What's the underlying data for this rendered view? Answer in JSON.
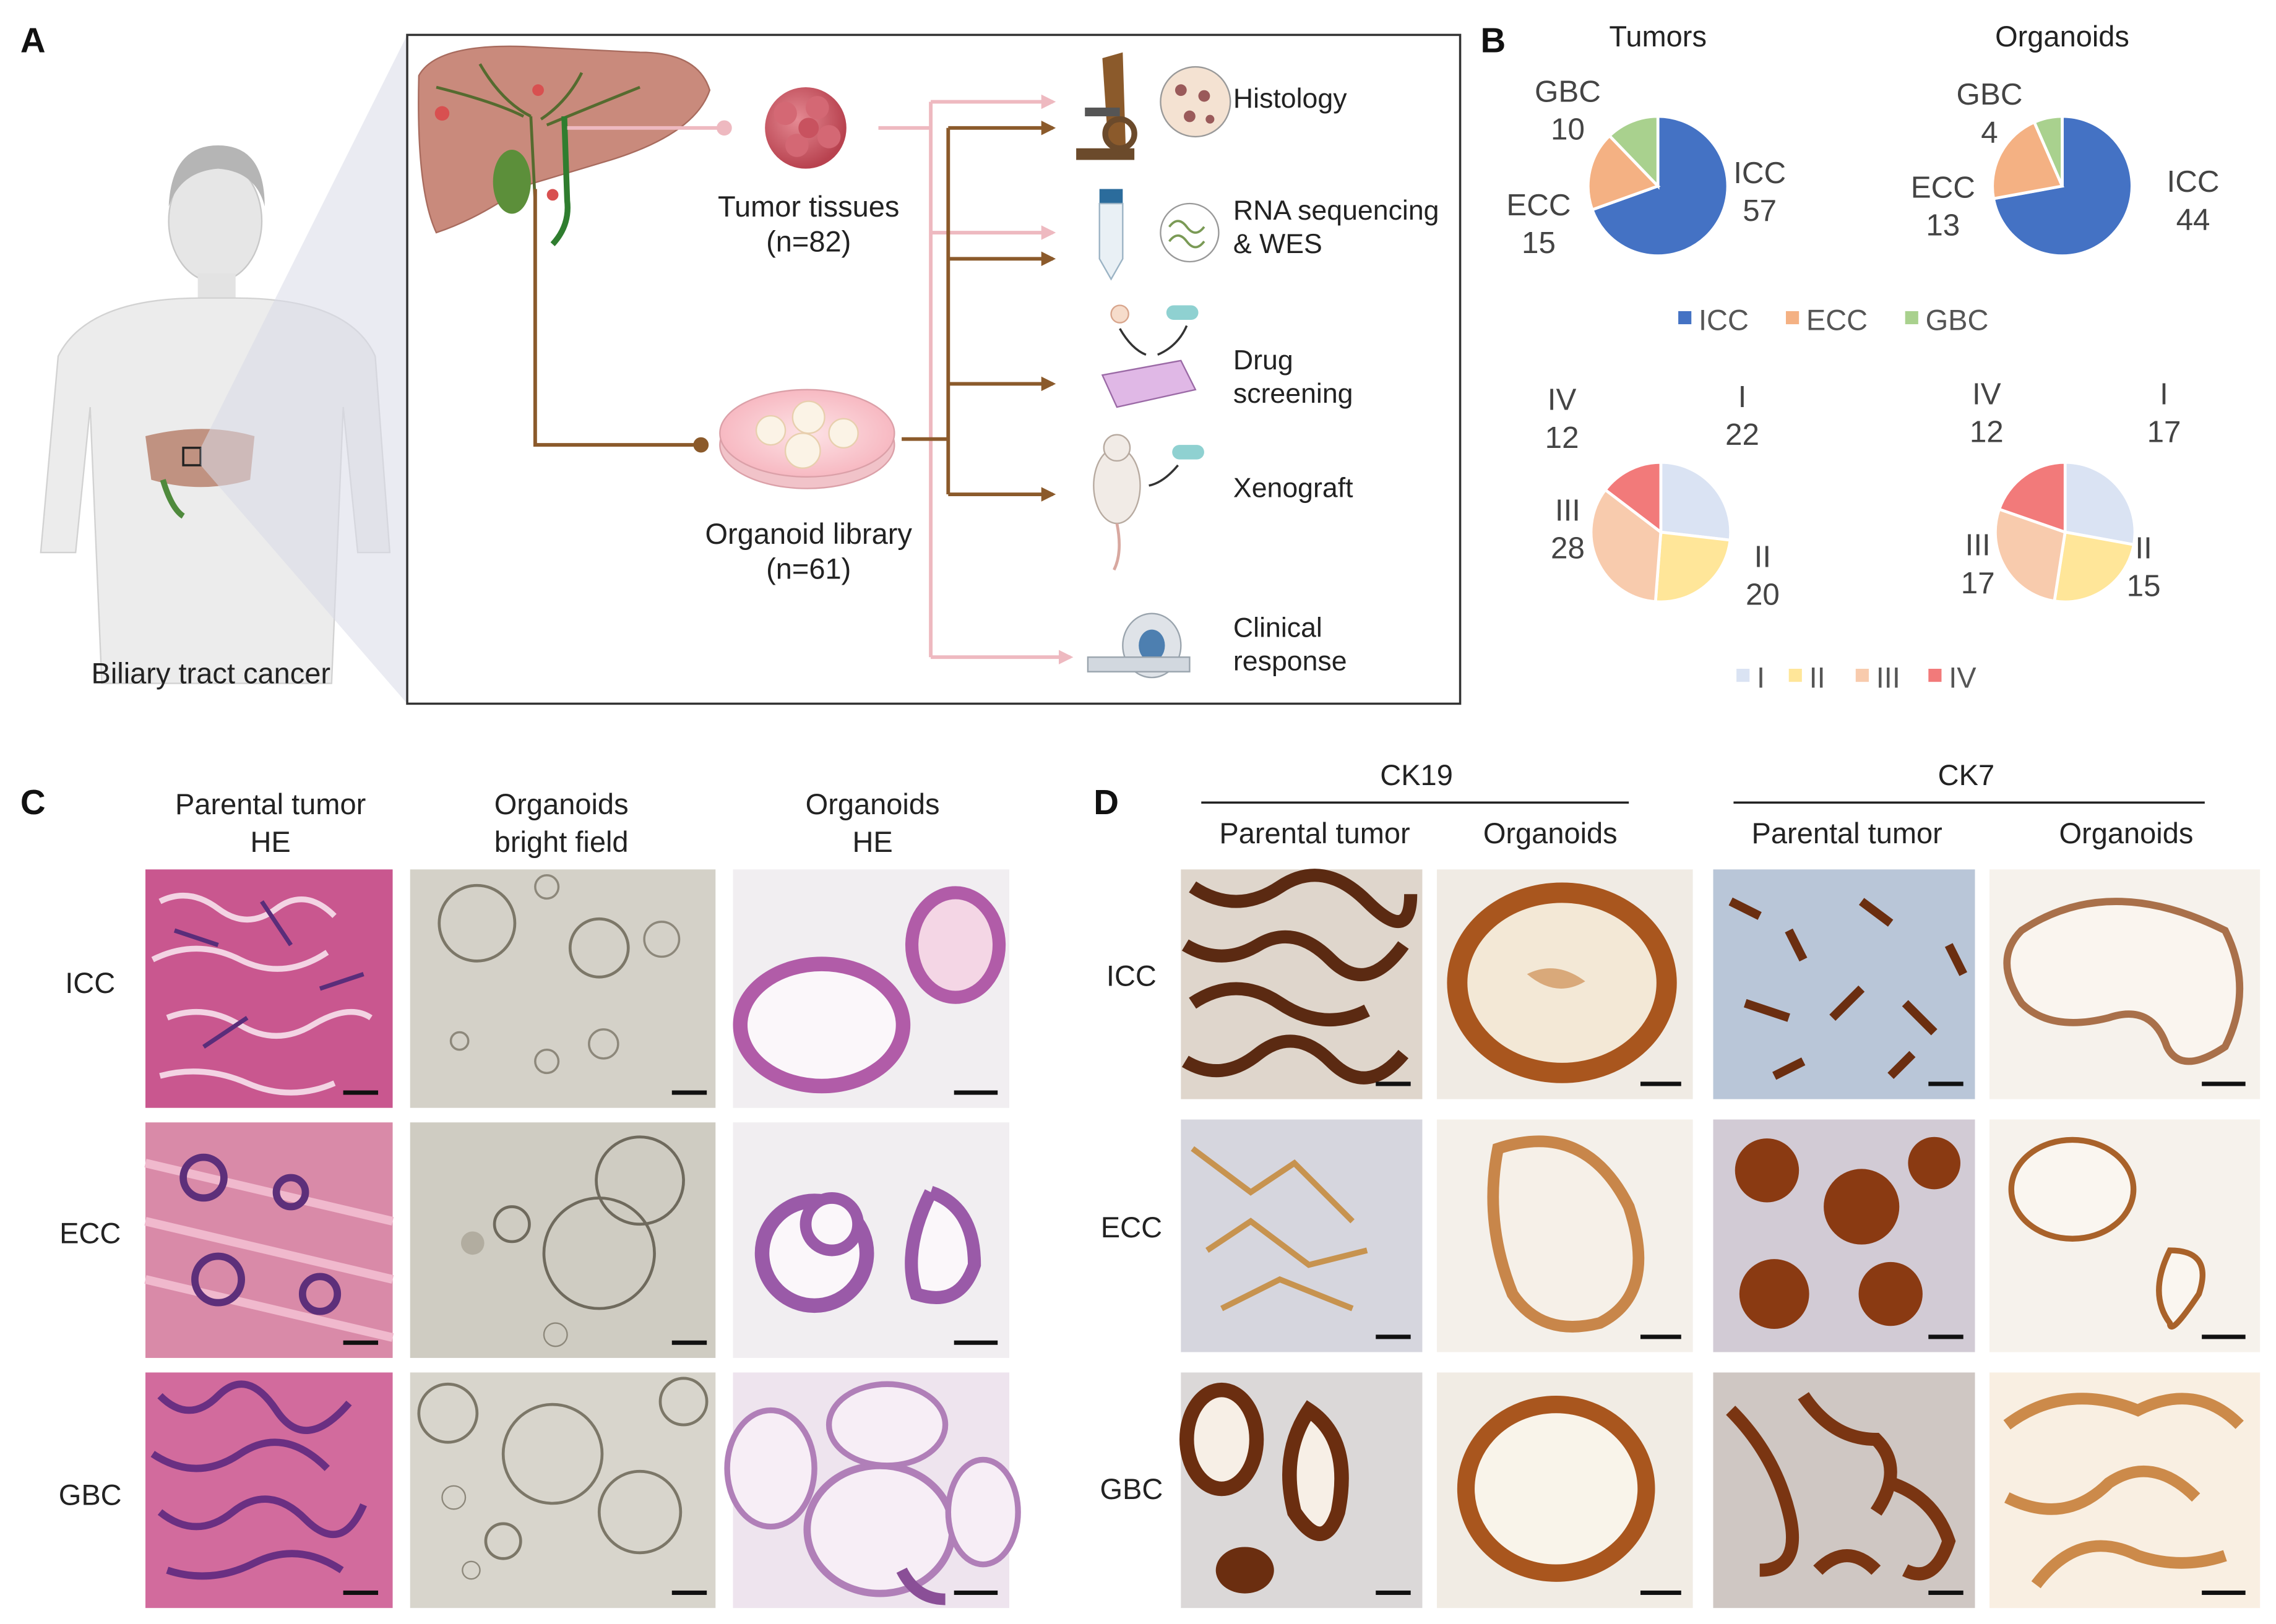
{
  "panel_letters": {
    "a": "A",
    "b": "B",
    "c": "C",
    "d": "D"
  },
  "panel_a": {
    "caption": "Biliary tract cancer",
    "tumor_tissues": {
      "line1": "Tumor tissues",
      "line2": "(n=82)"
    },
    "organoid_library": {
      "line1": "Organoid library",
      "line2": "(n=61)"
    },
    "outputs": [
      {
        "line1": "Histology",
        "line2": "",
        "icon": "microscope-icon"
      },
      {
        "line1": "RNA sequencing",
        "line2": "& WES",
        "icon": "sample-tube-icon"
      },
      {
        "line1": "Drug",
        "line2": "screening",
        "icon": "well-plate-icon"
      },
      {
        "line1": "Xenograft",
        "line2": "",
        "icon": "mouse-icon"
      },
      {
        "line1": "Clinical",
        "line2": "response",
        "icon": "ct-scanner-icon"
      }
    ],
    "colors": {
      "tumor_arrow": "#eeb9c0",
      "organoid_arrow": "#8b5a2b"
    }
  },
  "panel_b": {
    "titles": {
      "tumors": "Tumors",
      "organoids": "Organoids"
    },
    "legend_type": [
      {
        "label": "ICC",
        "color": "#4472c4"
      },
      {
        "label": "ECC",
        "color": "#f4b183"
      },
      {
        "label": "GBC",
        "color": "#a9d18e"
      }
    ],
    "legend_stage": [
      {
        "label": "I",
        "color": "#dae3f3"
      },
      {
        "label": "II",
        "color": "#ffe699"
      },
      {
        "label": "III",
        "color": "#f8cbad"
      },
      {
        "label": "IV",
        "color": "#f27a7a"
      }
    ]
  },
  "chart_data": [
    {
      "type": "pie",
      "title": "Tumors",
      "categories": [
        "ICC",
        "ECC",
        "GBC"
      ],
      "values": [
        57,
        15,
        10
      ],
      "colors": [
        "#4472c4",
        "#f4b183",
        "#a9d18e"
      ]
    },
    {
      "type": "pie",
      "title": "Organoids",
      "categories": [
        "ICC",
        "ECC",
        "GBC"
      ],
      "values": [
        44,
        13,
        4
      ],
      "colors": [
        "#4472c4",
        "#f4b183",
        "#a9d18e"
      ]
    },
    {
      "type": "pie",
      "title": "",
      "categories": [
        "I",
        "II",
        "III",
        "IV"
      ],
      "values": [
        22,
        20,
        28,
        12
      ],
      "colors": [
        "#dae3f3",
        "#ffe699",
        "#f8cbad",
        "#f27a7a"
      ]
    },
    {
      "type": "pie",
      "title": "",
      "categories": [
        "I",
        "II",
        "III",
        "IV"
      ],
      "values": [
        17,
        15,
        17,
        12
      ],
      "colors": [
        "#dae3f3",
        "#ffe699",
        "#f8cbad",
        "#f27a7a"
      ]
    }
  ],
  "panel_c": {
    "col_headers": [
      {
        "line1": "Parental tumor",
        "line2": "HE"
      },
      {
        "line1": "Organoids",
        "line2": "bright field"
      },
      {
        "line1": "Organoids",
        "line2": "HE"
      }
    ],
    "row_labels": [
      "ICC",
      "ECC",
      "GBC"
    ]
  },
  "panel_d": {
    "groups": [
      "CK19",
      "CK7"
    ],
    "sub_headers": [
      "Parental tumor",
      "Organoids",
      "Parental tumor",
      "Organoids"
    ],
    "row_labels": [
      "ICC",
      "ECC",
      "GBC"
    ]
  }
}
